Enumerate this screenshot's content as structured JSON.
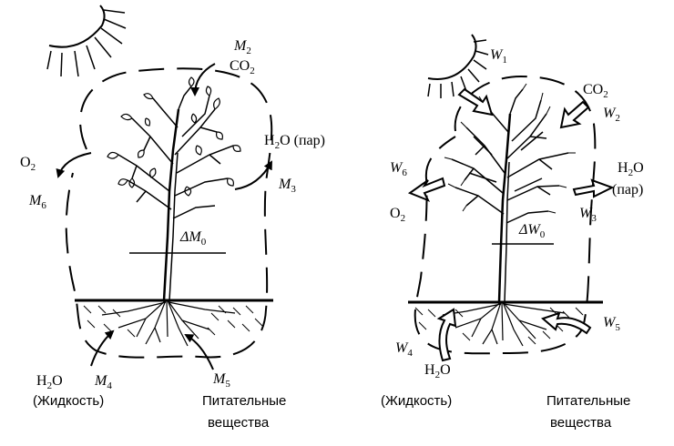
{
  "left": {
    "m2": {
      "sym": "M",
      "idx": "2"
    },
    "co2": {
      "text": "CO",
      "idx": "2"
    },
    "h2o_vapor": {
      "a": "H",
      "idx": "2",
      "b": "O (пар)"
    },
    "m3": {
      "sym": "M",
      "idx": "3"
    },
    "o2": {
      "text": "O",
      "idx": "2"
    },
    "m6": {
      "sym": "M",
      "idx": "6"
    },
    "dm0": {
      "sym": "ΔM",
      "idx": "0"
    },
    "h2o_liquid": {
      "a": "H",
      "idx": "2",
      "b": "O"
    },
    "m4": {
      "sym": "M",
      "idx": "4"
    },
    "liquid_caption": "(Жидкость)",
    "m5": {
      "sym": "M",
      "idx": "5"
    },
    "nutrients_line1": "Питательные",
    "nutrients_line2": "вещества"
  },
  "right": {
    "w1": {
      "sym": "W",
      "idx": "1"
    },
    "co2": {
      "text": "CO",
      "idx": "2"
    },
    "w2": {
      "sym": "W",
      "idx": "2"
    },
    "h2o_line1": {
      "a": "H",
      "idx": "2",
      "b": "O"
    },
    "h2o_line2": "(пар)",
    "w3": {
      "sym": "W",
      "idx": "3"
    },
    "w6": {
      "sym": "W",
      "idx": "6"
    },
    "o2": {
      "text": "O",
      "idx": "2"
    },
    "dw0": {
      "sym": "ΔW",
      "idx": "0"
    },
    "w4": {
      "sym": "W",
      "idx": "4"
    },
    "h2o_liquid": {
      "a": "H",
      "idx": "2",
      "b": "O"
    },
    "w5": {
      "sym": "W",
      "idx": "5"
    },
    "liquid_caption": "(Жидкость)",
    "nutrients_line1": "Питательные",
    "nutrients_line2": "вещества"
  }
}
